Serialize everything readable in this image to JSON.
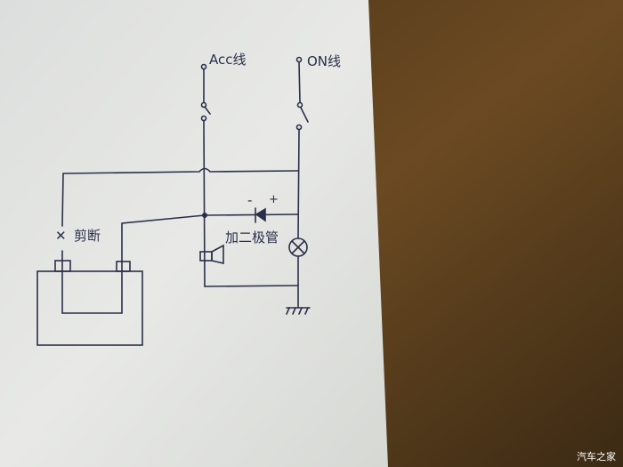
{
  "diagram": {
    "labels": {
      "acc_line": "Acc线",
      "on_line": "ON线",
      "cut": "剪断",
      "cut_mark": "✕",
      "add_diode": "加二极管",
      "diode_minus": "-",
      "diode_plus": "+"
    },
    "watermark": "汽车之家",
    "colors": {
      "paper": "#e6e7e4",
      "ink": "#2a2f4a",
      "wood": "#5a3d1e"
    }
  }
}
